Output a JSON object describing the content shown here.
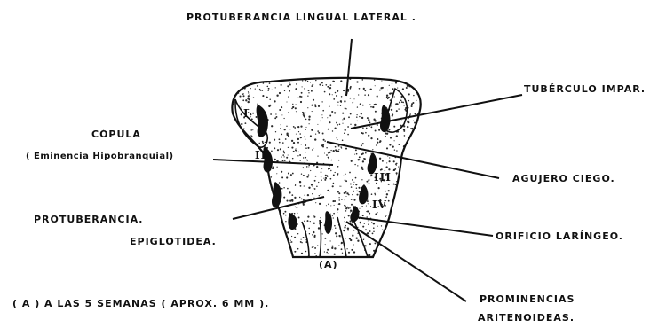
{
  "labels": {
    "protuberancia_lingual_lateral": "PROTUBERANCIA LINGUAL LATERAL .",
    "tuberculo_impar": "TUBÉRCULO IMPAR.",
    "copula": "CÓPULA",
    "eminencia": "( Eminencia Hipobranquial)",
    "agujero_ciego": "AGUJERO CIEGO.",
    "protuberancia": "PROTUBERANCIA.",
    "epiglotidea": "EPIGLOTIDEA.",
    "orificio_laringeo": "ORIFICIO LARÍNGEO.",
    "prominencias": "PROMINENCIAS",
    "aritenoideas": "ARITENOIDEAS.",
    "figure_tag": "(A)",
    "caption": "( A ) A LAS 5 SEMANAS ( APROX. 6 MM )."
  },
  "arch_numerals": [
    "I",
    "II",
    "III",
    "IV"
  ],
  "colors": {
    "ink": "#111111",
    "paper": "#ffffff",
    "stipple": "#2a2a2a"
  }
}
